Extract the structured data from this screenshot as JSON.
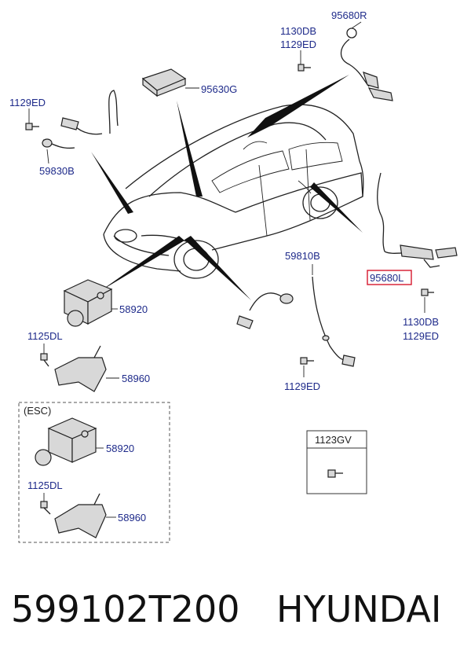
{
  "labels": {
    "p95680R": "95680R",
    "p1130DB_top": "1130DB",
    "p1129ED_top": "1129ED",
    "p95630G": "95630G",
    "p1129ED_left": "1129ED",
    "p59830B": "59830B",
    "p59810B": "59810B",
    "p95680L": "95680L",
    "p58920_a": "58920",
    "p1125DL_a": "1125DL",
    "p58960_a": "58960",
    "p1130DB_right": "1130DB",
    "p1129ED_right": "1129ED",
    "p1129ED_mid": "1129ED",
    "esc": "(ESC)",
    "p58920_b": "58920",
    "p1125DL_b": "1125DL",
    "p58960_b": "58960",
    "p1123GV": "1123GV"
  },
  "colors": {
    "label_blue": "#1e2a8a",
    "highlight_box": "#d6182e",
    "line": "#222222"
  },
  "footer": {
    "part_number": "599102T200",
    "brand": "HYUNDAI"
  }
}
